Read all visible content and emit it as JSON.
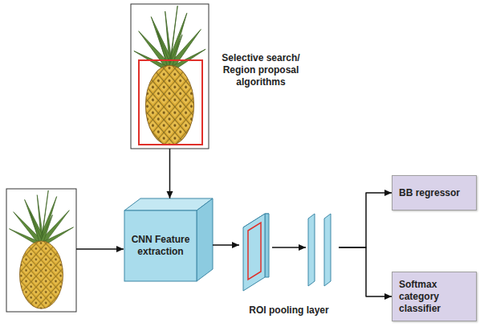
{
  "diagram": {
    "nodes": [
      {
        "text": [
          "Selective search/ Region proposal algorithms"
        ]
      },
      {
        "text": [
          "CNN Feature extraction"
        ]
      },
      {
        "text": [
          "ROI pooling layer"
        ]
      },
      {
        "text": [
          "BB regressor"
        ]
      },
      {
        "text": [
          "Softmax category classifier"
        ]
      }
    ],
    "edges": [
      {
        "from": 0,
        "to": 1,
        "arrow": "to"
      },
      {
        "from": 1,
        "to": 2,
        "arrow": "to"
      },
      {
        "from": 2,
        "to": 3,
        "arrow": "to"
      },
      {
        "from": 2,
        "to": 4,
        "arrow": "to"
      }
    ]
  }
}
